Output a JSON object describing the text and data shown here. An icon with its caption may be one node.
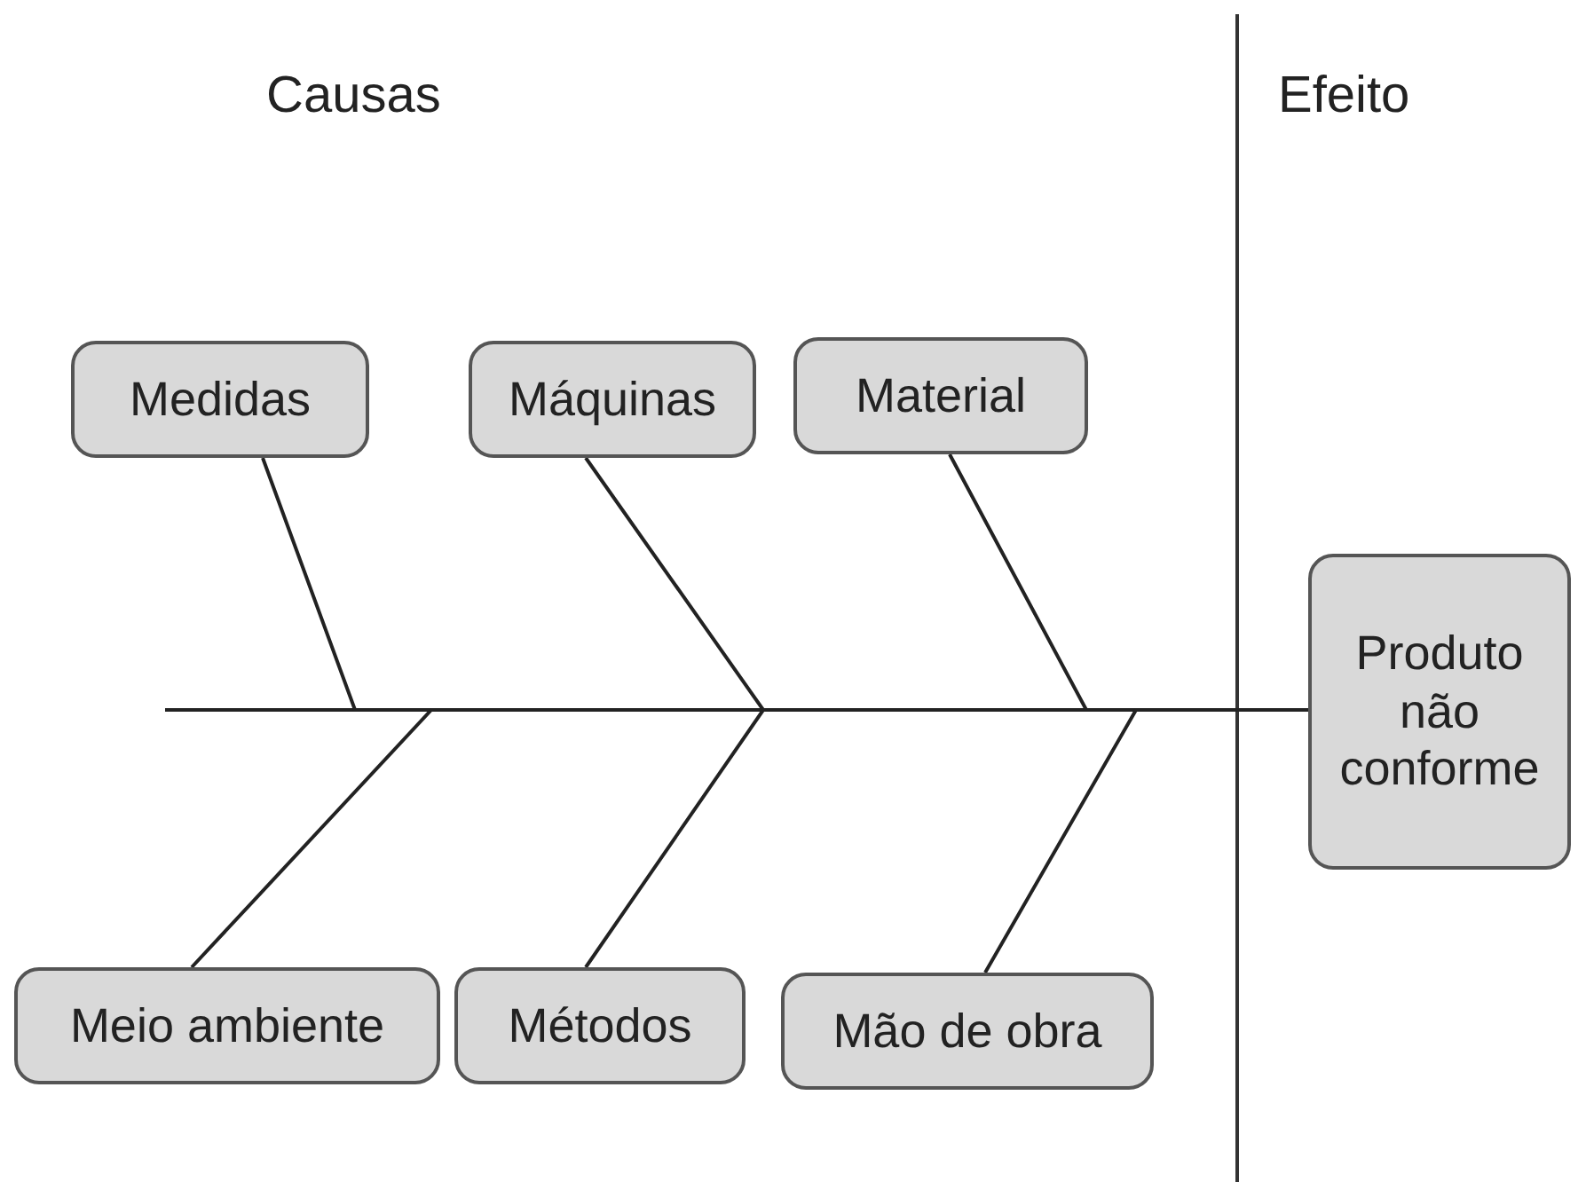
{
  "diagram": {
    "nodes": [
      {
        "text": [
          "Medidas"
        ]
      },
      {
        "text": [
          "Máquinas"
        ]
      },
      {
        "text": [
          "Material"
        ]
      },
      {
        "text": [
          "Meio ambiente"
        ]
      },
      {
        "text": [
          "Métodos"
        ]
      },
      {
        "text": [
          "Mão de obra"
        ]
      },
      {
        "text": [
          "Produto não conforme"
        ]
      }
    ],
    "edges": [
      {
        "from": null,
        "to": 6,
        "arrow": "none"
      },
      {
        "from": 0,
        "to": 6,
        "arrow": "none"
      },
      {
        "from": 1,
        "to": 6,
        "arrow": "none"
      },
      {
        "from": 2,
        "to": 6,
        "arrow": "none"
      },
      {
        "from": 3,
        "to": 6,
        "arrow": "none"
      },
      {
        "from": 4,
        "to": 6,
        "arrow": "none"
      },
      {
        "from": 5,
        "to": 6,
        "arrow": "none"
      }
    ],
    "labels": [
      "Causas",
      "Efeito"
    ]
  }
}
